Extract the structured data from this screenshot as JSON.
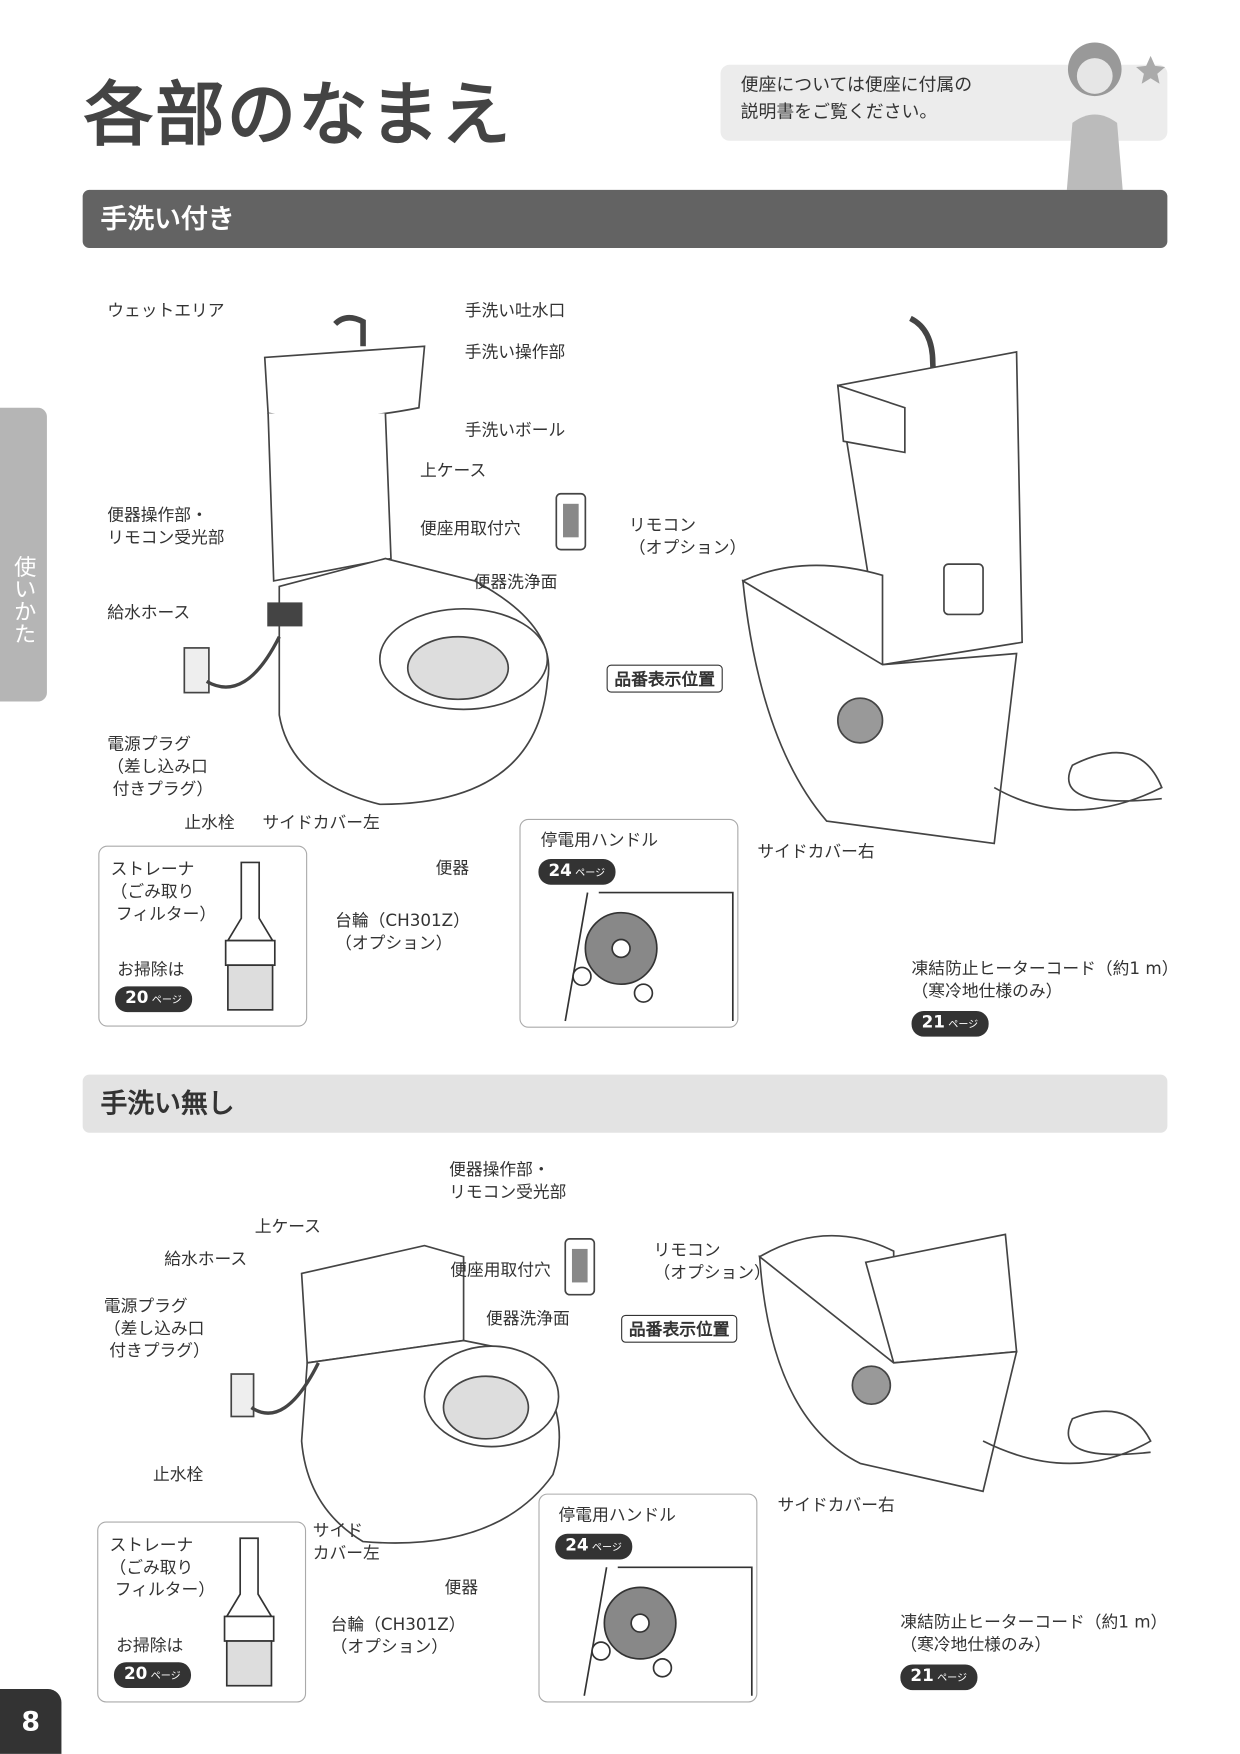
{
  "title": "各部のなまえ",
  "note": "便座については便座に付属の\n説明書をご覧ください。",
  "side_tab": "使いかた",
  "page_number": "8",
  "section1": {
    "heading": "手洗い付き",
    "labels": {
      "wet_area": "ウェットエリア",
      "faucet": "手洗い吐水口",
      "hand_control": "手洗い操作部",
      "hand_bowl": "手洗いボール",
      "upper_case": "上ケース",
      "control_unit": "便器操作部・\nリモコン受光部",
      "seat_holes": "便座用取付穴",
      "remote": "リモコン\n（オプション）",
      "wash_surface": "便器洗浄面",
      "supply_hose": "給水ホース",
      "model_position": "品番表示位置",
      "power_plug": "電源プラグ\n（差し込み口\n 付きプラグ）",
      "stop_valve": "止水栓",
      "side_cover_left": "サイドカバー左",
      "side_cover_right": "サイドカバー右",
      "bowl": "便器",
      "base": "台輪（CH301Z）\n（オプション）",
      "heater": "凍結防止ヒーターコード（約1 m）\n（寒冷地仕様のみ）"
    },
    "strainer": {
      "label": "ストレーナ\n（ごみ取り\n フィルター）",
      "clean": "お掃除は",
      "page": "20",
      "unit": "ページ"
    },
    "handle": {
      "label": "停電用ハンドル",
      "page": "24",
      "unit": "ページ"
    },
    "heater_page": "21",
    "heater_unit": "ページ"
  },
  "section2": {
    "heading": "手洗い無し",
    "labels": {
      "control_unit": "便器操作部・\nリモコン受光部",
      "upper_case": "上ケース",
      "supply_hose": "給水ホース",
      "seat_holes": "便座用取付穴",
      "remote": "リモコン\n（オプション）",
      "power_plug": "電源プラグ\n（差し込み口\n 付きプラグ）",
      "wash_surface": "便器洗浄面",
      "model_position": "品番表示位置",
      "stop_valve": "止水栓",
      "side_cover_left": "サイド\nカバー左",
      "side_cover_right": "サイドカバー右",
      "bowl": "便器",
      "base": "台輪（CH301Z）\n（オプション）",
      "heater": "凍結防止ヒーターコード（約1 m）\n（寒冷地仕様のみ）"
    },
    "strainer": {
      "label": "ストレーナ\n（ごみ取り\n フィルター）",
      "clean": "お掃除は",
      "page": "20",
      "unit": "ページ"
    },
    "handle": {
      "label": "停電用ハンドル",
      "page": "24",
      "unit": "ページ"
    },
    "heater_page": "21",
    "heater_unit": "ページ"
  }
}
